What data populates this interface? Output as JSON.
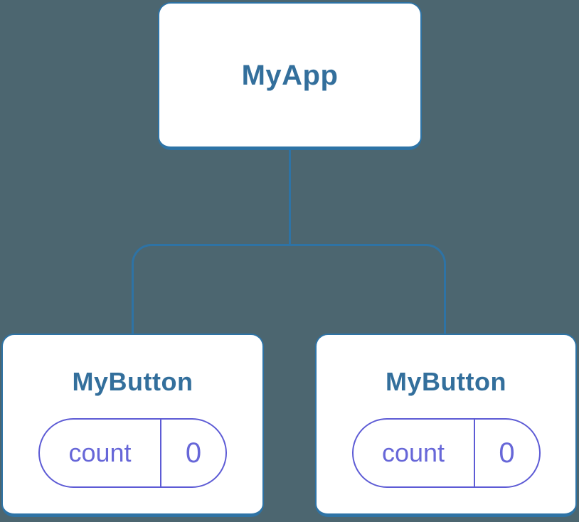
{
  "colors": {
    "bg": "#4C6670",
    "line": "#2E73A5",
    "card-bg": "#FFFFFF",
    "title": "#336F9C",
    "purple-border": "#5D5BD5",
    "purple-text": "#6767D8"
  },
  "tree": {
    "root": {
      "label": "MyApp"
    },
    "children": [
      {
        "label": "MyButton",
        "state": {
          "name": "count",
          "value": "0"
        }
      },
      {
        "label": "MyButton",
        "state": {
          "name": "count",
          "value": "0"
        }
      }
    ]
  }
}
